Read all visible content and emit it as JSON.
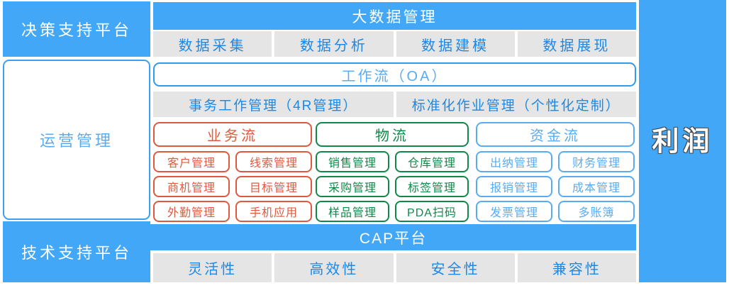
{
  "palette": {
    "background_blue": "#42a7f6",
    "cell_gray": "#e5e5e5",
    "cell_text_blue": "#1e88e5",
    "light_blue": "#5aabf1",
    "business_red": "#e0593e",
    "logistics_green": "#10884a",
    "finance_blue": "#59acf1",
    "profit_text": "#ffffff"
  },
  "left_column": {
    "top_label": "决策支持平台",
    "middle_label": "运营管理",
    "bottom_label": "技术支持平台"
  },
  "right_column": {
    "label": "利润"
  },
  "big_data": {
    "title": "大数据管理",
    "cells": [
      "数据采集",
      "数据分析",
      "数据建模",
      "数据展现"
    ]
  },
  "workflow": {
    "title": "工作流（OA）",
    "cells": [
      "事务工作管理（4R管理）",
      "标准化作业管理（个性化定制）"
    ]
  },
  "flows": [
    {
      "header": "业务流",
      "color": "#e0593e",
      "items": [
        "客户管理",
        "线索管理",
        "商机管理",
        "目标管理",
        "外勤管理",
        "手机应用"
      ]
    },
    {
      "header": "物流",
      "color": "#10884a",
      "items": [
        "销售管理",
        "仓库管理",
        "采购管理",
        "标签管理",
        "样品管理",
        "PDA扫码"
      ]
    },
    {
      "header": "资金流",
      "color": "#59acf1",
      "items": [
        "出纳管理",
        "财务管理",
        "报销管理",
        "成本管理",
        "发票管理",
        "多账簿"
      ]
    }
  ],
  "cap": {
    "title": "CAP平台",
    "cells": [
      "灵活性",
      "高效性",
      "安全性",
      "兼容性"
    ]
  }
}
